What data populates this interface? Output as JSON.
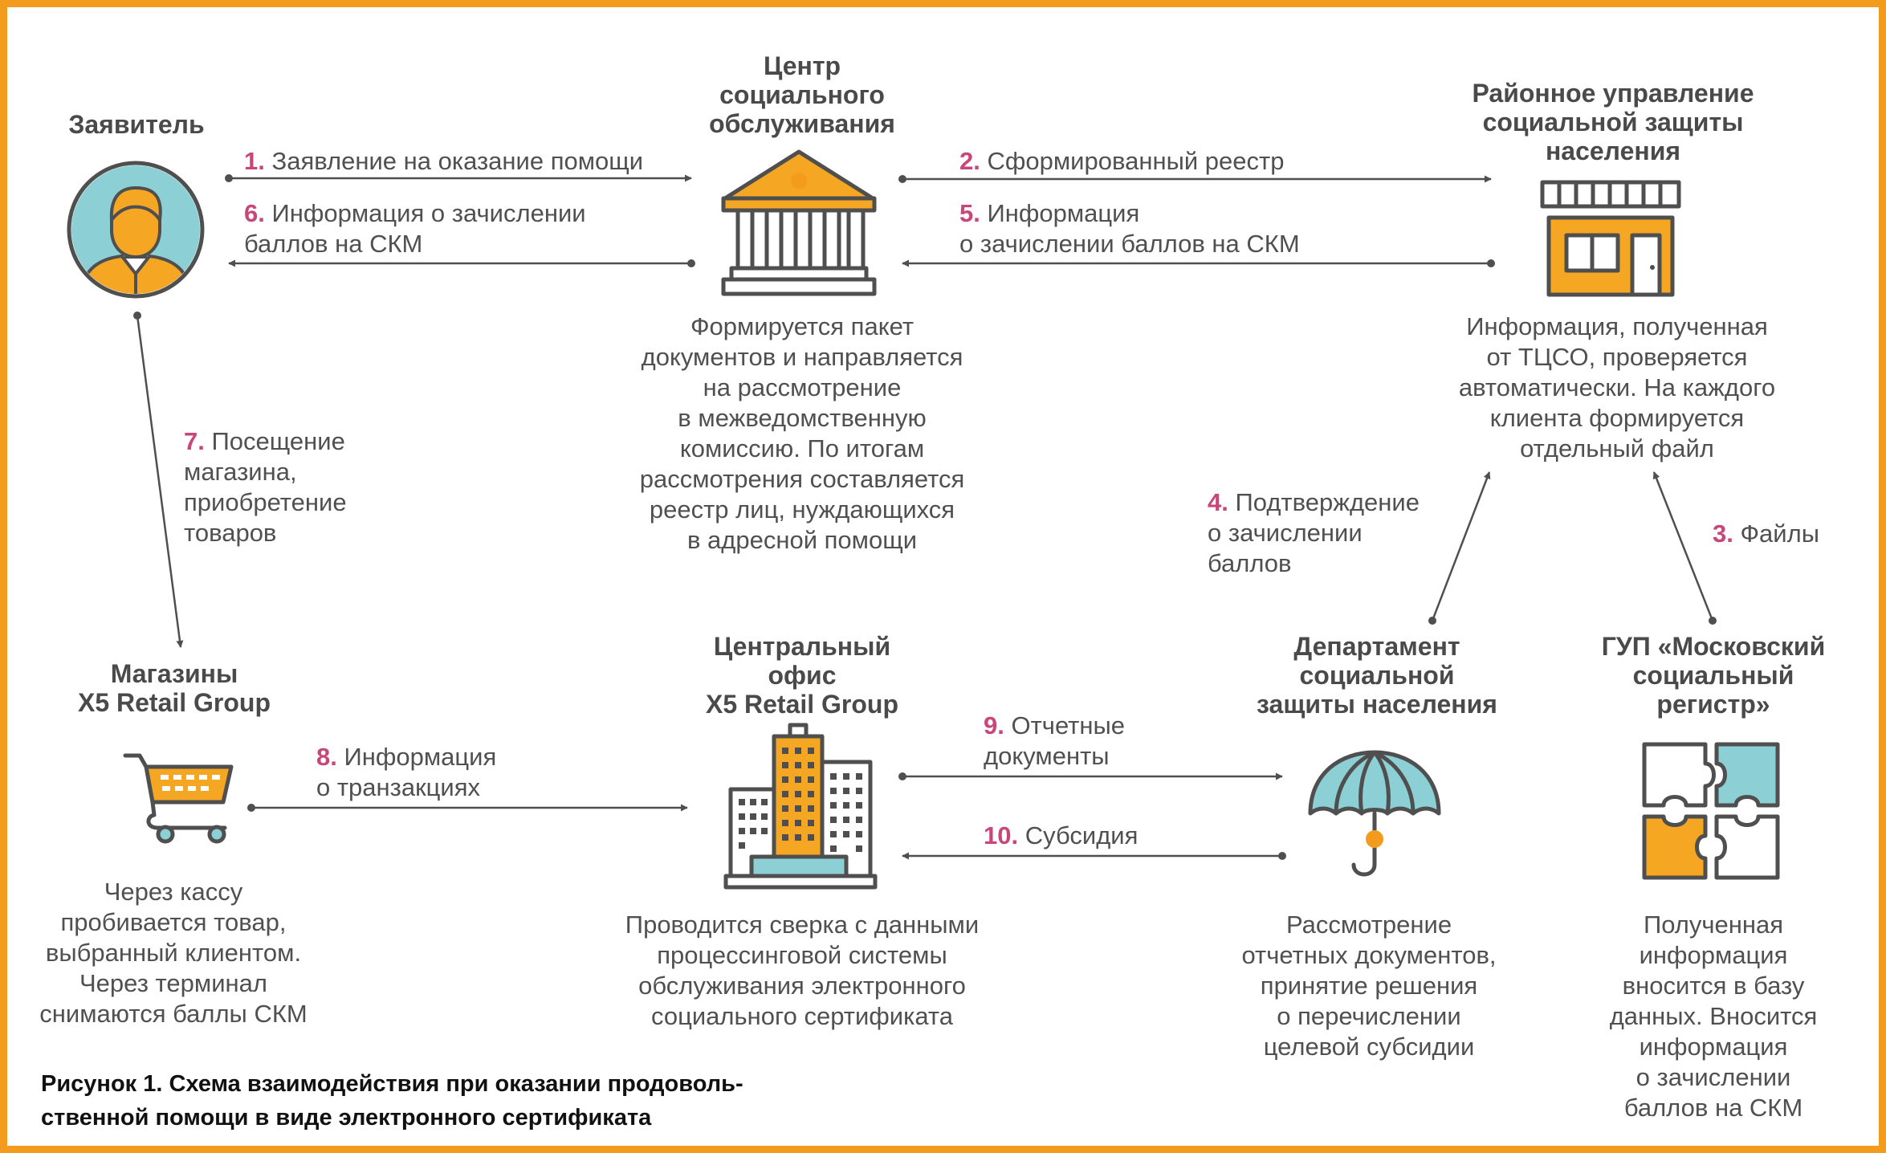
{
  "colors": {
    "frame": "#f29b1d",
    "accent_orange": "#f5a623",
    "accent_teal": "#8ccfd5",
    "step_number": "#c8467a",
    "icon_stroke": "#505050"
  },
  "nodes": {
    "applicant": {
      "title": "Заявитель",
      "icon": "person-icon"
    },
    "social_center": {
      "title": "Центр\nсоциального\nобслуживания",
      "icon": "government-building-icon",
      "description": "Формируется пакет\nдокументов и направляется\nна рассмотрение\nв межведомственную\nкомиссию. По итогам\nрассмотрения составляется\nреестр лиц, нуждающихся\nв адресной помощи"
    },
    "district_office": {
      "title": "Районное управление\nсоциальной защиты\nнаселения",
      "icon": "storefront-icon",
      "description": "Информация, полученная\nот ТЦСО, проверяется\nавтоматически. На каждого\nклиента формируется\nотдельный файл"
    },
    "x5_stores": {
      "title": "Магазины\nX5 Retail Group",
      "icon": "shopping-cart-icon",
      "description": "Через кассу\nпробивается товар,\nвыбранный клиентом.\nЧерез терминал\nснимаются баллы СКМ"
    },
    "x5_office": {
      "title": "Центральный\nофис\nX5 Retail Group",
      "icon": "office-buildings-icon",
      "description": "Проводится сверка с данными\nпроцессинговой системы\nобслуживания электронного\nсоциального сертификата"
    },
    "department": {
      "title": "Департамент\nсоциальной\nзащиты населения",
      "icon": "umbrella-icon",
      "description": "Рассмотрение\nотчетных документов,\nпринятие решения\nо перечислении\nцелевой субсидии"
    },
    "registry": {
      "title": "ГУП «Московский\nсоциальный\nрегистр»",
      "icon": "puzzle-icon",
      "description": "Полученная\nинформация\nвносится в базу\nданных. Вносится\nинформация\nо зачислении\nбаллов на СКМ"
    }
  },
  "steps": [
    {
      "number": "1.",
      "label": "Заявление на оказание помощи"
    },
    {
      "number": "2.",
      "label": "Сформированный реестр"
    },
    {
      "number": "3.",
      "label": "Файлы"
    },
    {
      "number": "4.",
      "label": "Подтверждение\nо зачислении\nбаллов"
    },
    {
      "number": "5.",
      "label": "Информация\nо зачислении баллов на СКМ"
    },
    {
      "number": "6.",
      "label": "Информация о зачислении\nбаллов на СКМ"
    },
    {
      "number": "7.",
      "label": "Посещение\nмагазина,\nприобретение\nтоваров"
    },
    {
      "number": "8.",
      "label": "Информация\nо транзакциях"
    },
    {
      "number": "9.",
      "label": "Отчетные\nдокументы"
    },
    {
      "number": "10.",
      "label": "Субсидия"
    }
  ],
  "caption": "Рисунок 1. Схема взаимодействия при оказании продоволь-\nственной помощи в виде электронного сертификата"
}
